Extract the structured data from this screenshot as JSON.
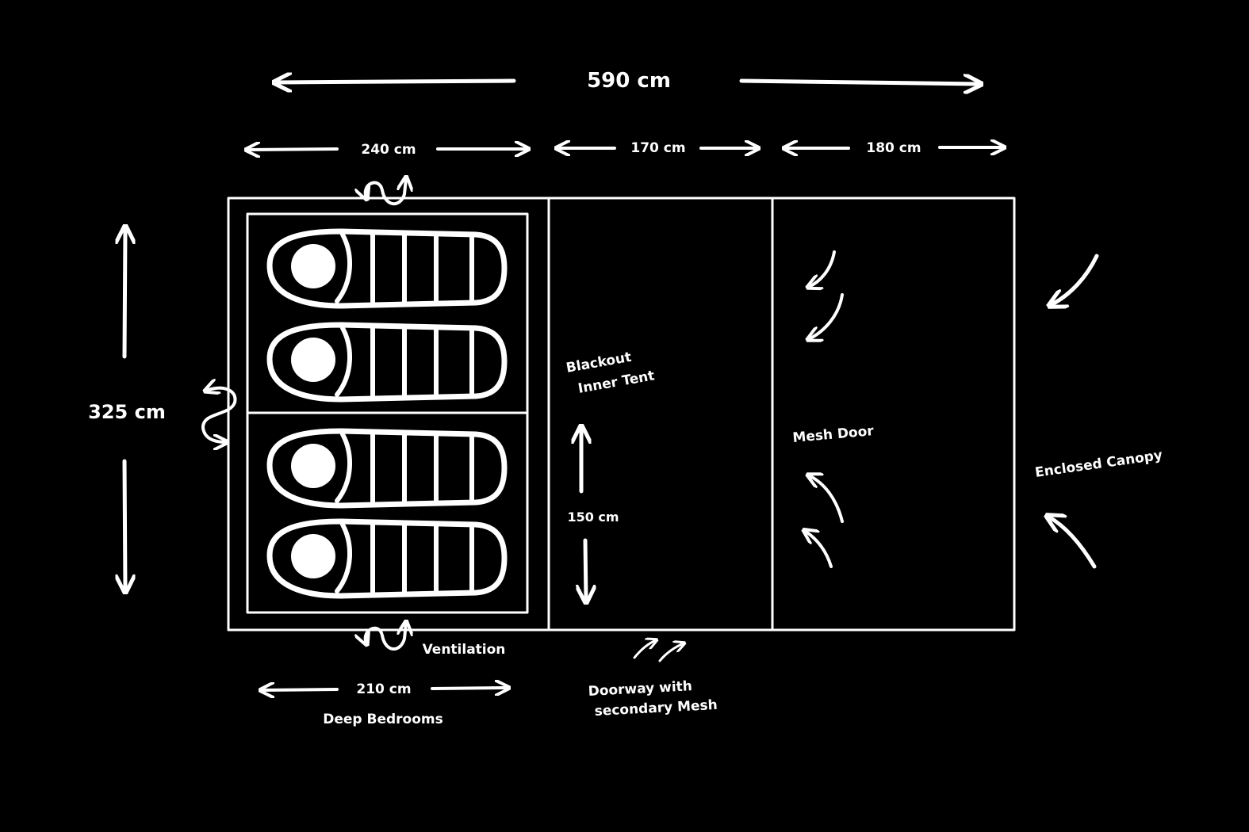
{
  "title_dimension": {
    "total_length": "590 cm"
  },
  "section_lengths": {
    "bedroom": "240 cm",
    "living": "170 cm",
    "canopy": "180 cm"
  },
  "width": "325 cm",
  "labels": {
    "inner_tent_line1": "Blackout",
    "inner_tent_line2": "Inner Tent",
    "door_height": "150 cm",
    "mesh_door": "Mesh Door",
    "canopy": "Enclosed Canopy",
    "ventilation": "Ventilation",
    "bedroom_depth": "210 cm",
    "deep_bedrooms": "Deep Bedrooms",
    "doorway_line1": "Doorway with",
    "doorway_line2": "secondary Mesh"
  },
  "colors": {
    "background": "#000000",
    "chalk": "#ffffff"
  }
}
